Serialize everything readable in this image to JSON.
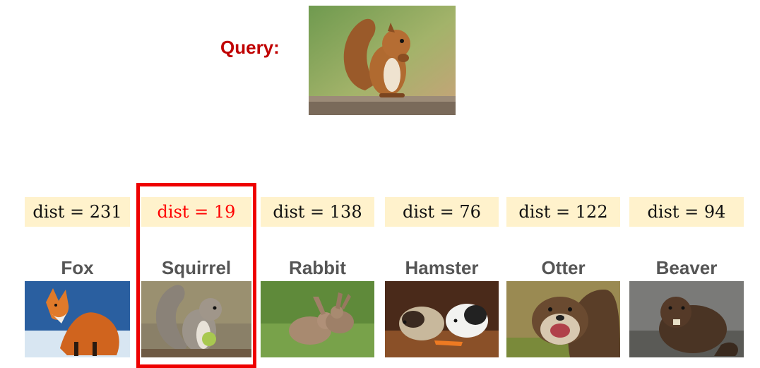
{
  "query": {
    "label": "Query:",
    "image": "squirrel-eating-photo"
  },
  "candidates": [
    {
      "name": "Fox",
      "dist": "dist = 231",
      "image": "fox-photo"
    },
    {
      "name": "Squirrel",
      "dist": "dist = 19",
      "image": "squirrel-photo",
      "highlighted": true
    },
    {
      "name": "Rabbit",
      "dist": "dist = 138",
      "image": "rabbit-photo"
    },
    {
      "name": "Hamster",
      "dist": "dist = 76",
      "image": "hamster-photo"
    },
    {
      "name": "Otter",
      "dist": "dist = 122",
      "image": "otter-photo"
    },
    {
      "name": "Beaver",
      "dist": "dist = 94",
      "image": "beaver-photo"
    }
  ],
  "colors": {
    "query_label": "#c00000",
    "highlight": "#ee0000",
    "dist_background": "#fff2cc",
    "name_text": "#555555"
  }
}
